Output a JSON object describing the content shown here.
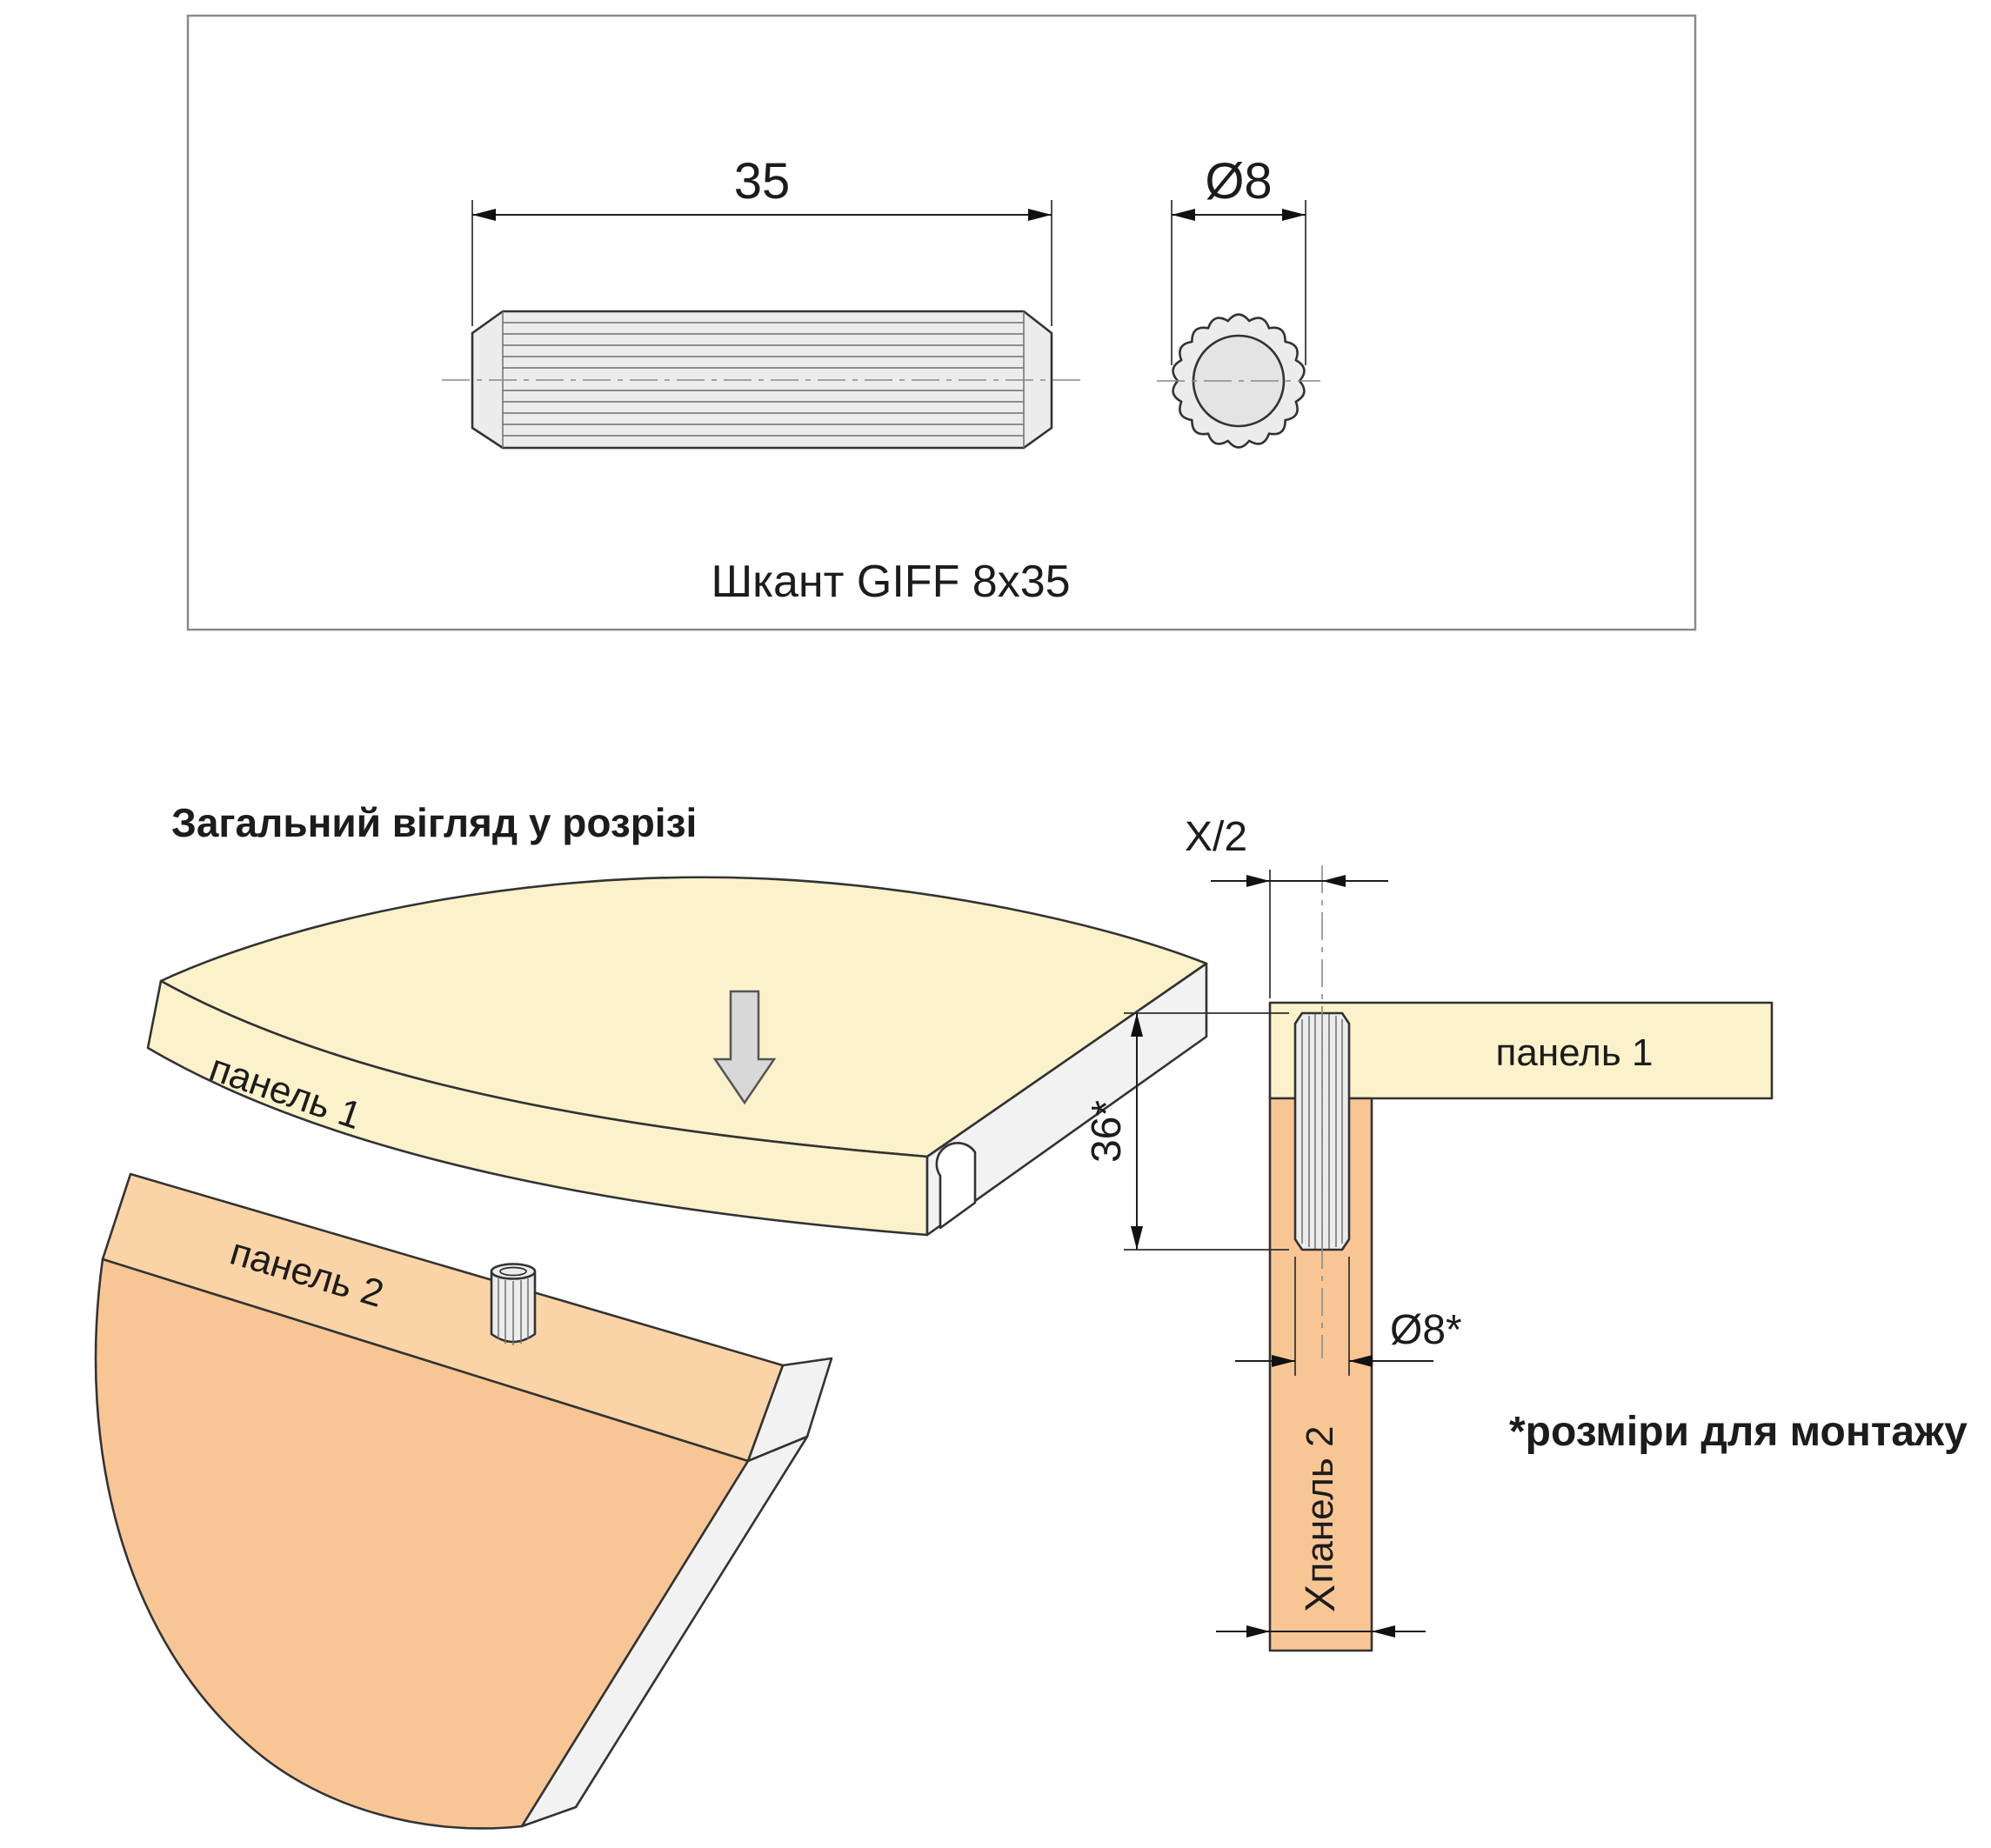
{
  "spec": {
    "length_dim": "35",
    "diameter_dim": "Ø8",
    "caption": "Шкант GIFF 8x35"
  },
  "iso": {
    "title": "Загальний вігляд у розрізі",
    "panel1_label": "панель 1",
    "panel2_label": "панель 2"
  },
  "section": {
    "dim_half_x": "X/2",
    "dim_depth": "36*",
    "dim_diameter": "Ø8*",
    "dim_width": "X",
    "panel1_label": "панель 1",
    "panel2_label": "панель 2",
    "footnote": "*розміри для монтажу"
  },
  "colors": {
    "panel1": "#FBF2CB",
    "panel2": "#F8C695",
    "panel2_edge": "#FAD4A6",
    "cut_face": "#F2F2F2",
    "dowel": "#ECECEC",
    "dowel_core": "#E4E4E4",
    "frame_border": "#8A8A8A"
  }
}
